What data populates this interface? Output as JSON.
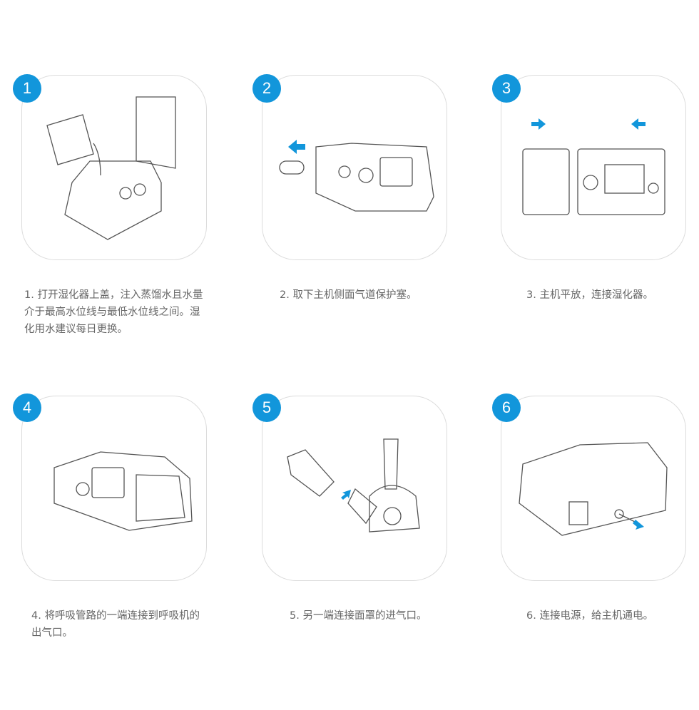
{
  "accent": "#1296db",
  "steps": [
    {
      "number": "1",
      "caption": "1. 打开湿化器上盖，注入蒸馏水且水量介于最高水位线与最低水位线之间。湿化用水建议每日更换。"
    },
    {
      "number": "2",
      "caption": "2. 取下主机侧面气道保护塞。"
    },
    {
      "number": "3",
      "caption": "3. 主机平放，连接湿化器。"
    },
    {
      "number": "4",
      "caption": "4. 将呼吸管路的一端连接到呼吸机的出气口。"
    },
    {
      "number": "5",
      "caption": "5. 另一端连接面罩的进气口。"
    },
    {
      "number": "6",
      "caption": "6. 连接电源，给主机通电。"
    }
  ]
}
